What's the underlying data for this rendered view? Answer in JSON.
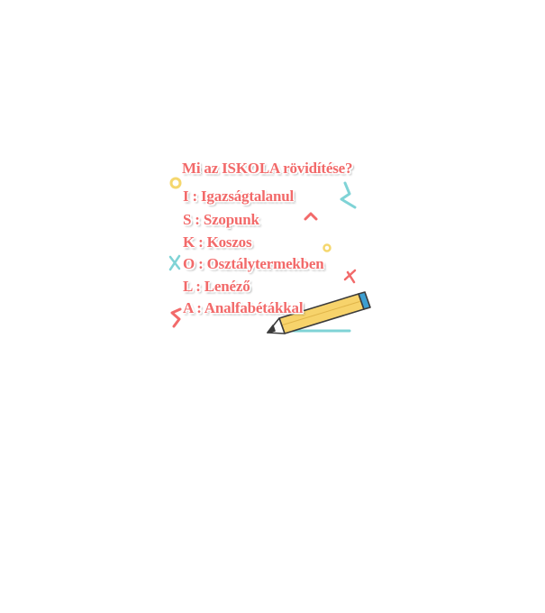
{
  "question": "Mi az ISKOLA rövidítése?",
  "lines": [
    "I : Igazságtalanul",
    "S : Szopunk",
    "K : Koszos",
    "O : Osztálytermekben",
    "L : Lenéző",
    "A : Analfabétákkal"
  ],
  "colors": {
    "text": "#f26a6a",
    "accent_teal": "#7fd3d6",
    "accent_yellow": "#f5d76e",
    "pencil_body": "#f7d36b",
    "pencil_band": "#3d9fd1"
  }
}
